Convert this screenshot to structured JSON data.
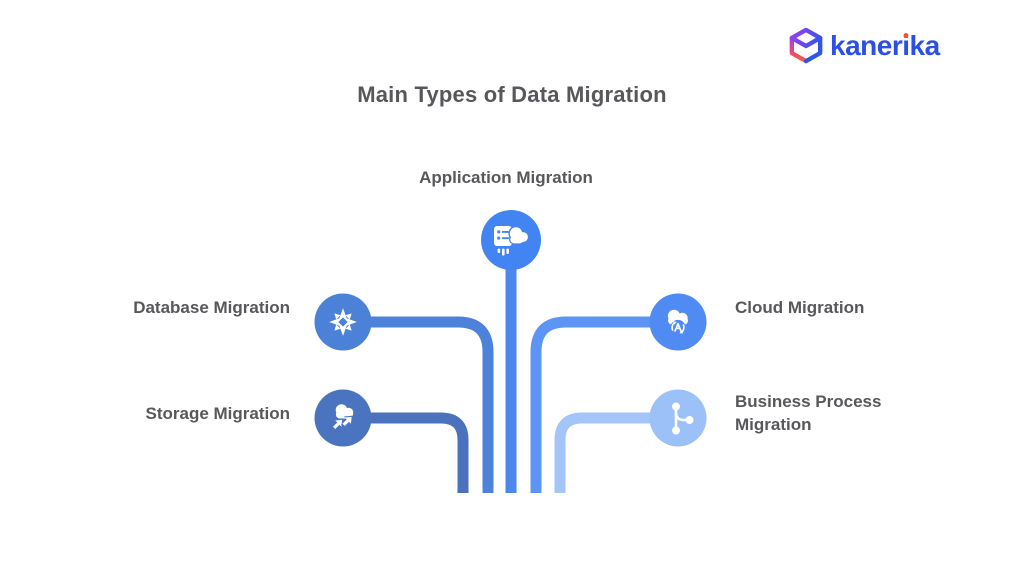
{
  "theme": {
    "bg": "#ffffff",
    "text-dark": "#57585b",
    "logo-blue": "#2b50e3",
    "logo-dot": "#f4562c",
    "cube-purple": "#a03df2",
    "cube-blue": "#2f55e9",
    "cube-orange": "#f4623d",
    "cube-pink": "#e8457b"
  },
  "logo": {
    "parts": {
      "before": "kaner",
      "i": "i",
      "after": "ka"
    }
  },
  "title": "Main Types of Data Migration",
  "branches": [
    {
      "id": "application",
      "label": "Application Migration",
      "line_color": "#4c86ee",
      "circle_color": "#4285f2",
      "icon": "server-cloud-icon"
    },
    {
      "id": "database",
      "label": "Database Migration",
      "line_color": "#4d82db",
      "circle_color": "#4c81d8",
      "icon": "compass-star-icon"
    },
    {
      "id": "storage",
      "label": "Storage Migration",
      "line_color": "#4a72bd",
      "circle_color": "#4a74c0",
      "icon": "cloud-upload-arrows-icon"
    },
    {
      "id": "cloud",
      "label": "Cloud Migration",
      "line_color": "#5c95f5",
      "circle_color": "#4f8bf3",
      "icon": "cloud-sync-a-icon"
    },
    {
      "id": "business",
      "label": "Business Process Migration",
      "line_color": "#a4c5fa",
      "circle_color": "#9cc0f8",
      "icon": "branch-nodes-icon"
    }
  ]
}
